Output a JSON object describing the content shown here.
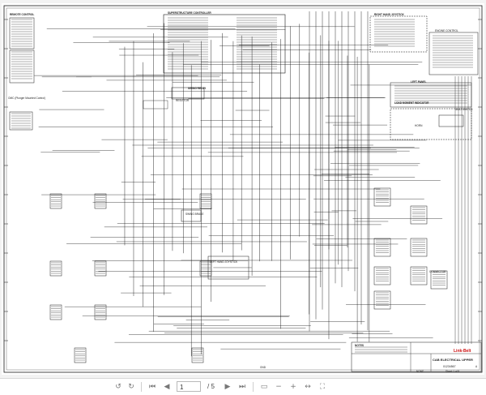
{
  "document": {
    "labels": {
      "top_left_header": "REMOTE CONTROL",
      "section_note": "OMC (Plunger Mounted Control)",
      "center_header": "SUPERSTRUCTURE CONTROLLER",
      "relay_block": "SWING RELAY",
      "right_header": "RIGHT HAND JOYSTICK",
      "right_sub": "ENGINE CONTROL",
      "left_panel": "LEFT PANEL",
      "load_moment": "LOAD MOMENT INDICATOR",
      "resistor_block": "RESISTOR",
      "right_mid": "SEAT SWITCH",
      "small_box": "HORN",
      "center_lower": "SWING BRAKE",
      "lower_box": "LEFT HAND JOYSTICK",
      "bottom_right_connector": "CONNECTOR",
      "note_block": "NOTES",
      "bottom_center_mark": "GND"
    },
    "title_block": {
      "company": "Link-Belt",
      "title": "CAB ELECTRICAL UPPER",
      "drawing_no": "01234567",
      "sheet": "Sheet 1 of 5",
      "scale": "NONE",
      "rev": "A"
    }
  },
  "toolbar": {
    "current_page": "1",
    "page_total": "/ 5",
    "icons": [
      "rotate-left-icon",
      "rotate-right-icon",
      "first-page-icon",
      "prev-page-icon",
      "next-page-icon",
      "last-page-icon",
      "fit-icon",
      "zoom-out-icon",
      "zoom-in-icon",
      "fit-width-icon",
      "fullscreen-icon"
    ]
  },
  "colors": {
    "wire": "#1a1a1a",
    "title_red": "#cc1111",
    "toolbar_bg": "#ffffff"
  }
}
